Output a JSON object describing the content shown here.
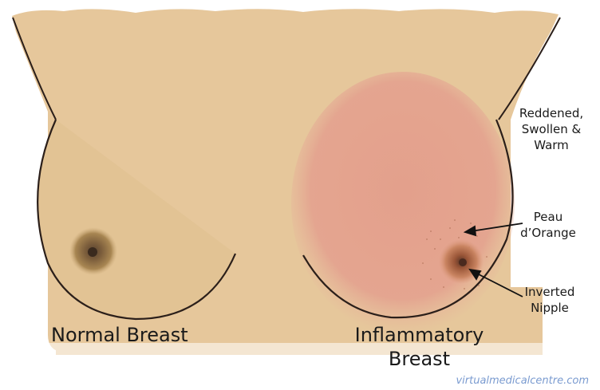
{
  "labels": {
    "normal": "Normal Breast",
    "inflammatory": [
      "Inflammatory",
      "Breast"
    ],
    "reddened": [
      "Reddened,",
      "Swollen &",
      "Warm"
    ],
    "peau": [
      "Peau",
      "d’Orange"
    ],
    "inverted": [
      "Inverted",
      "Nipple"
    ]
  },
  "watermark": "virtualmedicalcentre.com",
  "colors": {
    "skin": "#e6c79b",
    "inflamed": "#e4a38f",
    "outline": "#2b1f1a",
    "areola_normal": "#a07a4a",
    "areola_inflamed": "#b86a4a"
  }
}
